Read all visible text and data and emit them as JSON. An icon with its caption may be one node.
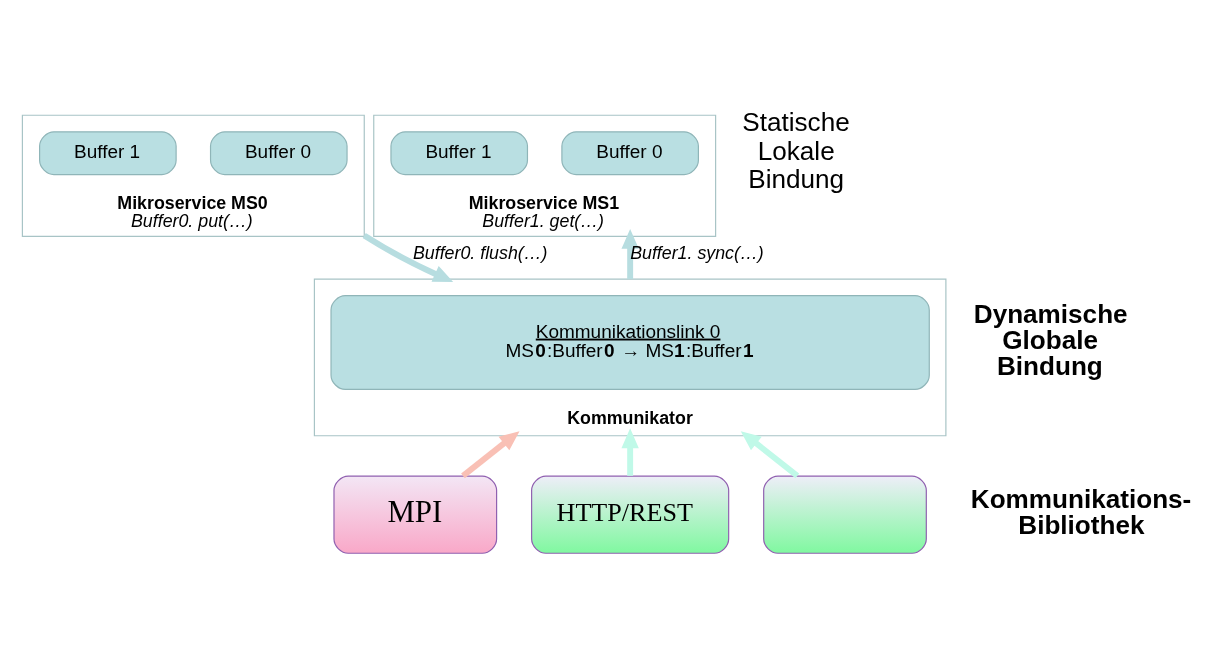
{
  "diagram": {
    "nodes": [
      {
        "text": [
          "Mikroservice MS0",
          "Buffer0. put(…)"
        ]
      },
      {
        "text": [
          "Buffer 0"
        ],
        "in": 0
      },
      {
        "text": [
          "Buffer 1"
        ],
        "in": 0
      },
      {
        "text": [
          "Mikroservice MS1",
          "Buffer1. get(…)"
        ]
      },
      {
        "text": [
          "Buffer 0"
        ],
        "in": 3
      },
      {
        "text": [
          "Buffer 1"
        ],
        "in": 3
      },
      {
        "text": [
          "Kommunikator"
        ]
      },
      {
        "text": [
          "Kommunikationslink 0",
          "MS**0**:Buffer**0** → MS**1**:Buffer**1**"
        ],
        "in": 6
      },
      {
        "text": [
          "MPI"
        ]
      },
      {
        "text": [
          "HTTP/REST"
        ]
      },
      {
        "text": [],
        "shape": "box"
      }
    ],
    "edges": [
      {
        "from": 0,
        "to": 6,
        "arrow": "to",
        "label": "Buffer0. flush(…)",
        "color": "#b7dde0"
      },
      {
        "from": 6,
        "to": 3,
        "arrow": "to",
        "label": "Buffer1. sync(…)",
        "color": "#b7dde0"
      },
      {
        "from": 8,
        "to": 6,
        "arrow": "to",
        "color": "#f9c0b5"
      },
      {
        "from": 9,
        "to": 6,
        "arrow": "to",
        "color": "#c0f9e8"
      },
      {
        "from": 10,
        "to": 6,
        "arrow": "to",
        "color": "#c0f9e8"
      }
    ],
    "labels": [
      "Statische Lokale Bindung",
      "Dynamische Globale Bindung",
      "Kommunikations- Bibliothek"
    ]
  }
}
